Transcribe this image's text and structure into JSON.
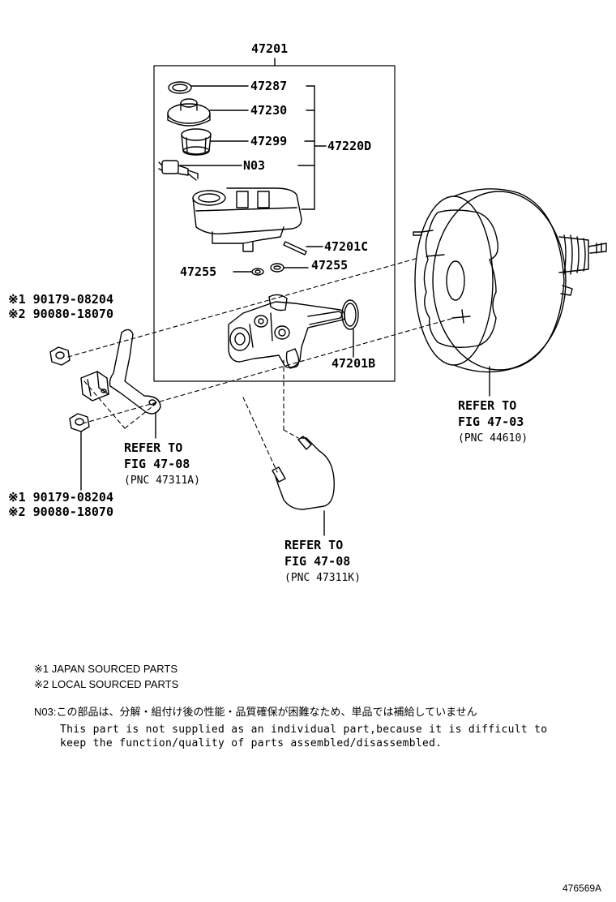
{
  "parts": {
    "assembly": "47201",
    "cap_clip": "47287",
    "cap": "47230",
    "strainer": "47299",
    "sensor": "N03",
    "reservoir_set": "47220D",
    "reservoir_pin": "47201C",
    "grommet_left": "47255",
    "grommet_right": "47255",
    "oring": "47201B"
  },
  "bolt_upper": {
    "line1": "※1 90179-08204",
    "line2": "※2 90080-18070"
  },
  "bolt_lower": {
    "line1": "※1 90179-08204",
    "line2": "※2 90080-18070"
  },
  "ref_booster": {
    "line1": "REFER TO",
    "line2": "FIG 47-03",
    "line3": "(PNC 44610)"
  },
  "ref_bracket": {
    "line1": "REFER TO",
    "line2": "FIG 47-08",
    "line3": "(PNC 47311A)"
  },
  "ref_tube": {
    "line1": "REFER TO",
    "line2": "FIG 47-08",
    "line3": "(PNC 47311K)"
  },
  "notes": {
    "japan": "※1 JAPAN SOURCED PARTS",
    "local": "※2 LOCAL SOURCED PARTS",
    "n03_jp": "N03:この部品は、分解・組付け後の性能・品質確保が困難なため、単品では補給していません",
    "n03_en1": "This part is not supplied as an individual part,because it is difficult to",
    "n03_en2": "keep the function/quality of parts assembled/disassembled."
  },
  "figure_id": "476569A"
}
